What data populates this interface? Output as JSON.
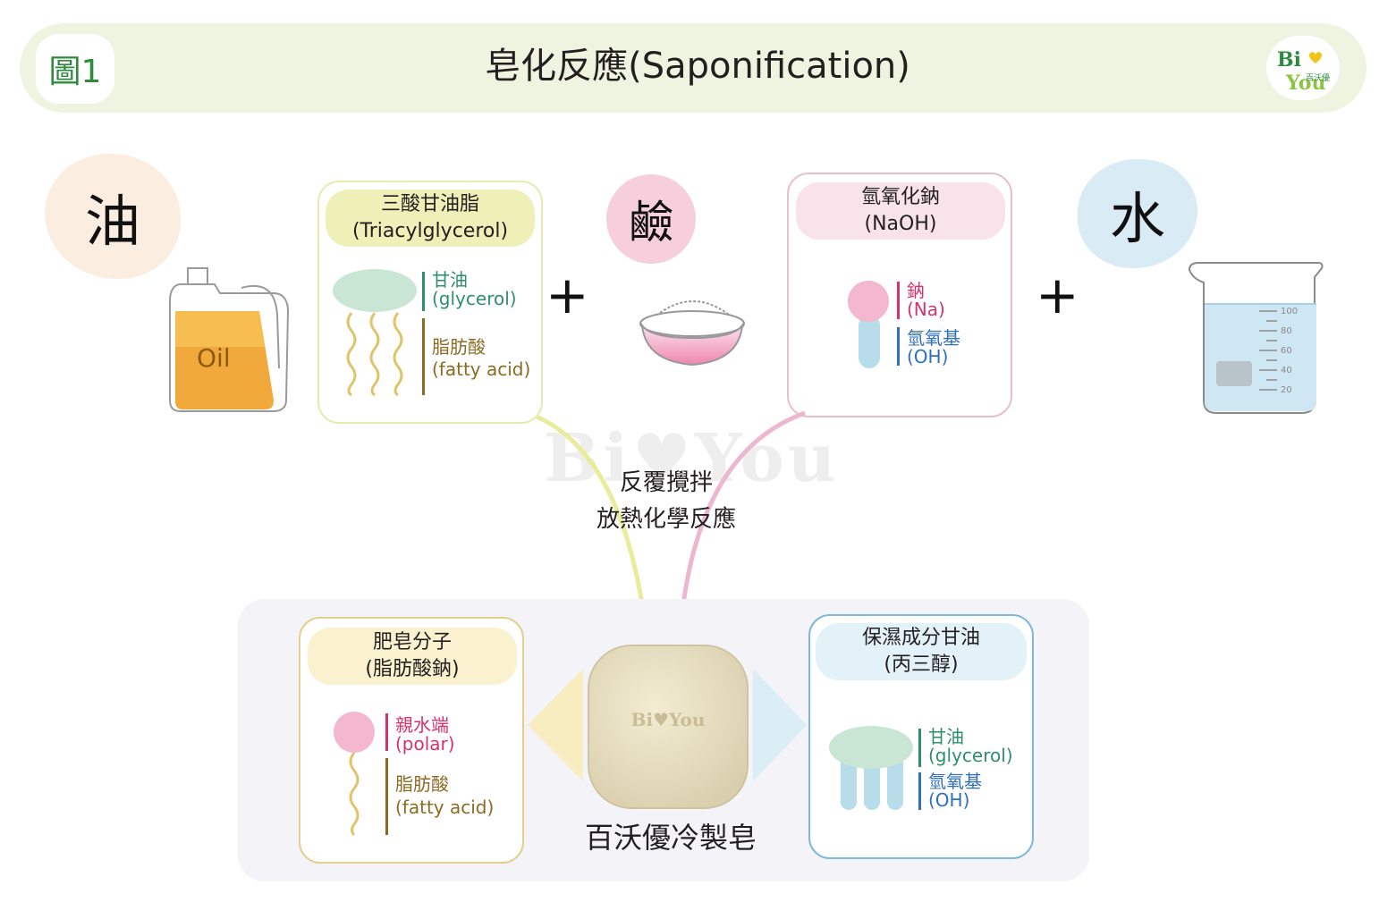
{
  "header": {
    "figure_label": "圖1",
    "title": "皂化反應(Saponification)",
    "logo_line1": "Bi",
    "logo_line2": "You",
    "logo_chinese": "百沃優"
  },
  "colors": {
    "header_bg": "#eef4df",
    "glycerol_green": "#2f8f6a",
    "fatty_brown": "#8c6a22",
    "sodium_pink": "#d6336c",
    "hydroxyl_blue": "#2f6fbf",
    "oil_orange": "#f2a93b"
  },
  "ingredients": {
    "oil": {
      "label": "油",
      "bottle_text": "Oil"
    },
    "lye": {
      "label": "鹼"
    },
    "water": {
      "label": "水"
    },
    "plus": "+"
  },
  "triglyceride": {
    "name_zh": "三酸甘油脂",
    "name_en": "(Triacylglycerol)",
    "glycerol_zh": "甘油",
    "glycerol_en": "(glycerol)",
    "fatty_zh": "脂肪酸",
    "fatty_en": "(fatty acid)"
  },
  "naoh": {
    "name_zh": "氫氧化鈉",
    "name_en": "(NaOH)",
    "sodium_zh": "鈉",
    "sodium_en": "(Na)",
    "hydroxyl_zh": "氫氧基",
    "hydroxyl_en": "(OH)"
  },
  "beaker": {
    "ticks": [
      "100",
      "80",
      "60",
      "40",
      "20"
    ]
  },
  "watermark": "Bi♥You",
  "reaction": {
    "line1": "反覆攪拌",
    "line2": "放熱化學反應"
  },
  "soap_molecule": {
    "name_zh": "肥皂分子",
    "name_sub": "(脂肪酸鈉)",
    "polar_zh": "親水端",
    "polar_en": "(polar)",
    "fatty_zh": "脂肪酸",
    "fatty_en": "(fatty acid)"
  },
  "soap": {
    "emboss": "Bi♥You",
    "name": "百沃優冷製皂"
  },
  "glycerin_product": {
    "name_zh": "保濕成分甘油",
    "name_sub": "(丙三醇)",
    "glycerol_zh": "甘油",
    "glycerol_en": "(glycerol)",
    "hydroxyl_zh": "氫氧基",
    "hydroxyl_en": "(OH)"
  }
}
